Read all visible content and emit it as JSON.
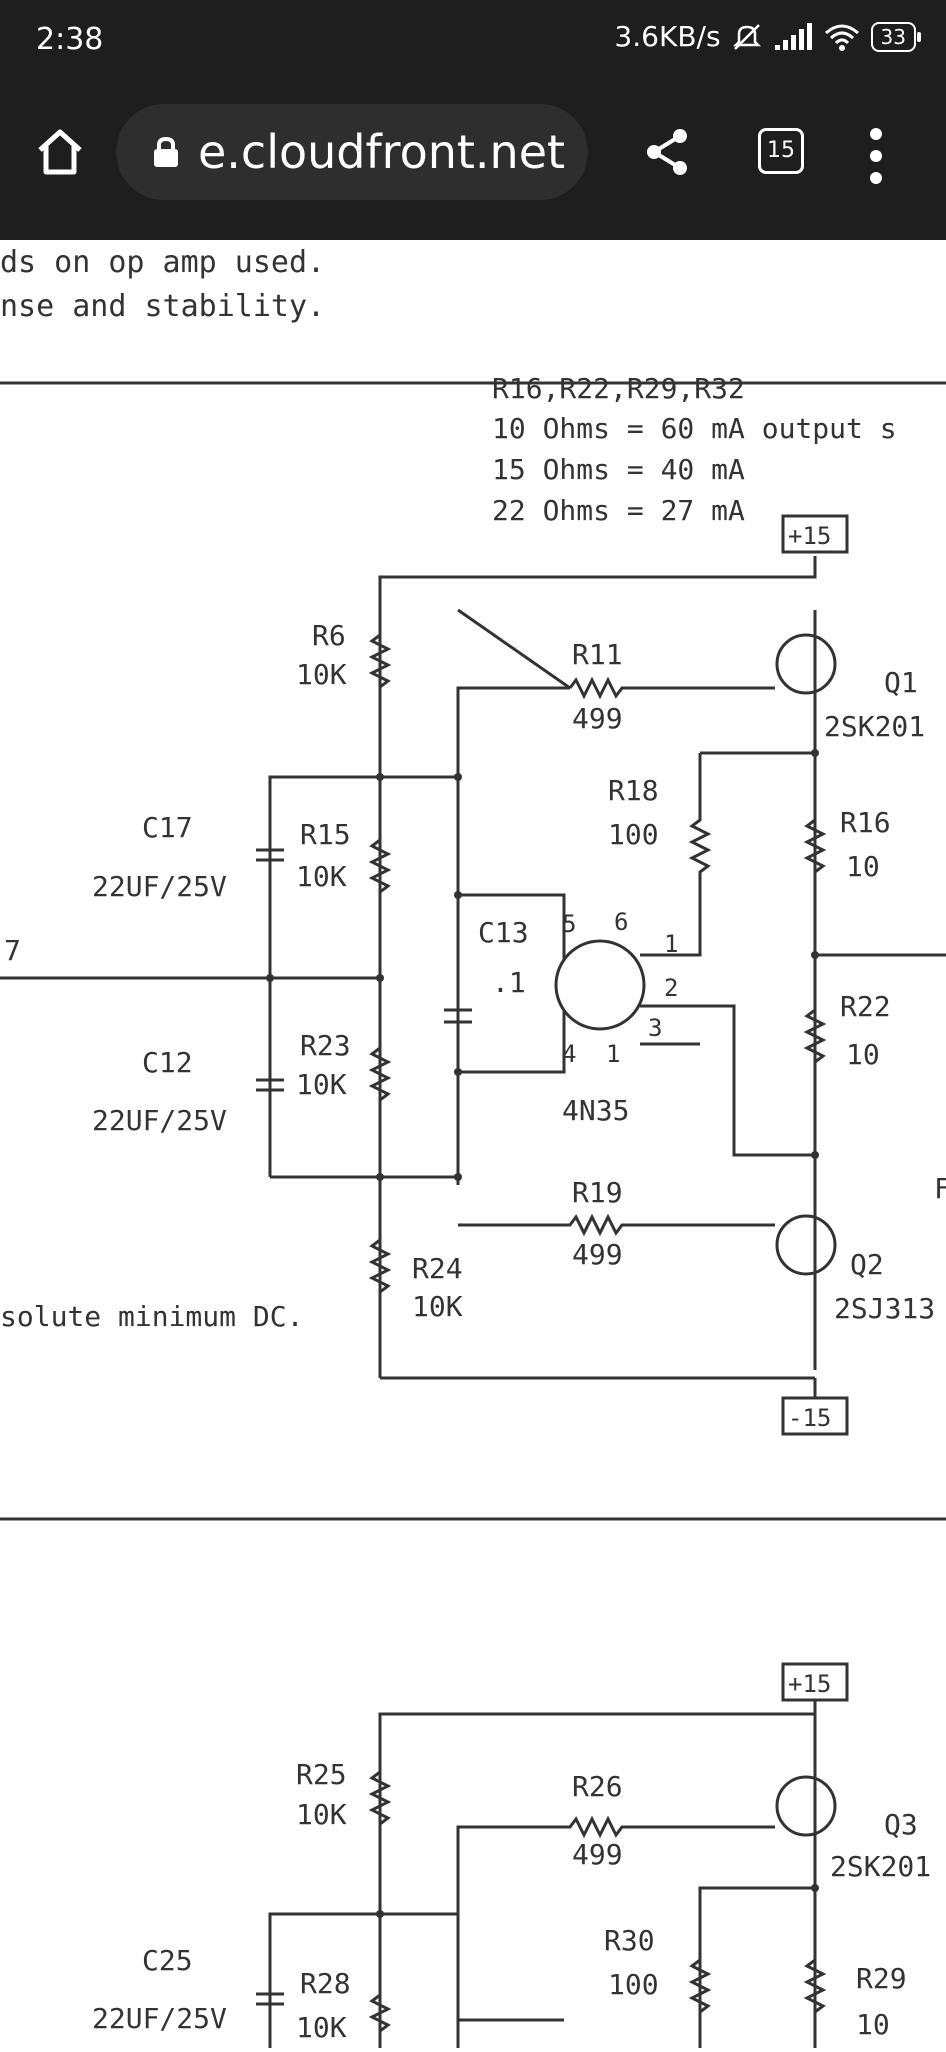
{
  "status": {
    "time": "2:38",
    "speed": "3.6KB/s",
    "battery": "33"
  },
  "browser": {
    "url": "e.cloudfront.net",
    "tab_count": "15"
  },
  "doc": {
    "intro_line1": "ds on op amp used.",
    "intro_line2": "nse and stability.",
    "note_title": "R16,R22,R29,R32",
    "note_l1": "10 Ohms = 60 mA output s",
    "note_l2": "15 Ohms = 40 mA",
    "note_l3": "22 Ohms = 27 mA",
    "footnote": "solute minimum DC."
  },
  "circuit1": {
    "plus15": "+15",
    "minus15": "-15",
    "R6": "R6",
    "R6v": "10K",
    "R15": "R15",
    "R15v": "10K",
    "R23": "R23",
    "R23v": "10K",
    "R24": "R24",
    "R24v": "10K",
    "R11": "R11",
    "R11v": "499",
    "R19": "R19",
    "R19v": "499",
    "R18": "R18",
    "R18v": "100",
    "R16": "R16",
    "R16v": "10",
    "R22": "R22",
    "R22v": "10",
    "C17": "C17",
    "C17v": "22UF/25V",
    "C12": "C12",
    "C12v": "22UF/25V",
    "C13": "C13",
    "C13v": ".1",
    "opto": "4N35",
    "Q1": "Q1",
    "Q1v": "2SK201",
    "Q2": "Q2",
    "Q2v": "2SJ313",
    "pin1": "1",
    "pin2": "2",
    "pin3": "3",
    "pin4": "4",
    "pin5": "5",
    "pin6": "6",
    "pin1b": "1",
    "edge7": "7",
    "edgeF": "F"
  },
  "circuit2": {
    "plus15": "+15",
    "R25": "R25",
    "R25v": "10K",
    "R26": "R26",
    "R26v": "499",
    "R28": "R28",
    "R28v": "10K",
    "R30": "R30",
    "R30v": "100",
    "R29": "R29",
    "R29v": "10",
    "C25": "C25",
    "C25v": "22UF/25V",
    "Q3": "Q3",
    "Q3v": "2SK201"
  }
}
